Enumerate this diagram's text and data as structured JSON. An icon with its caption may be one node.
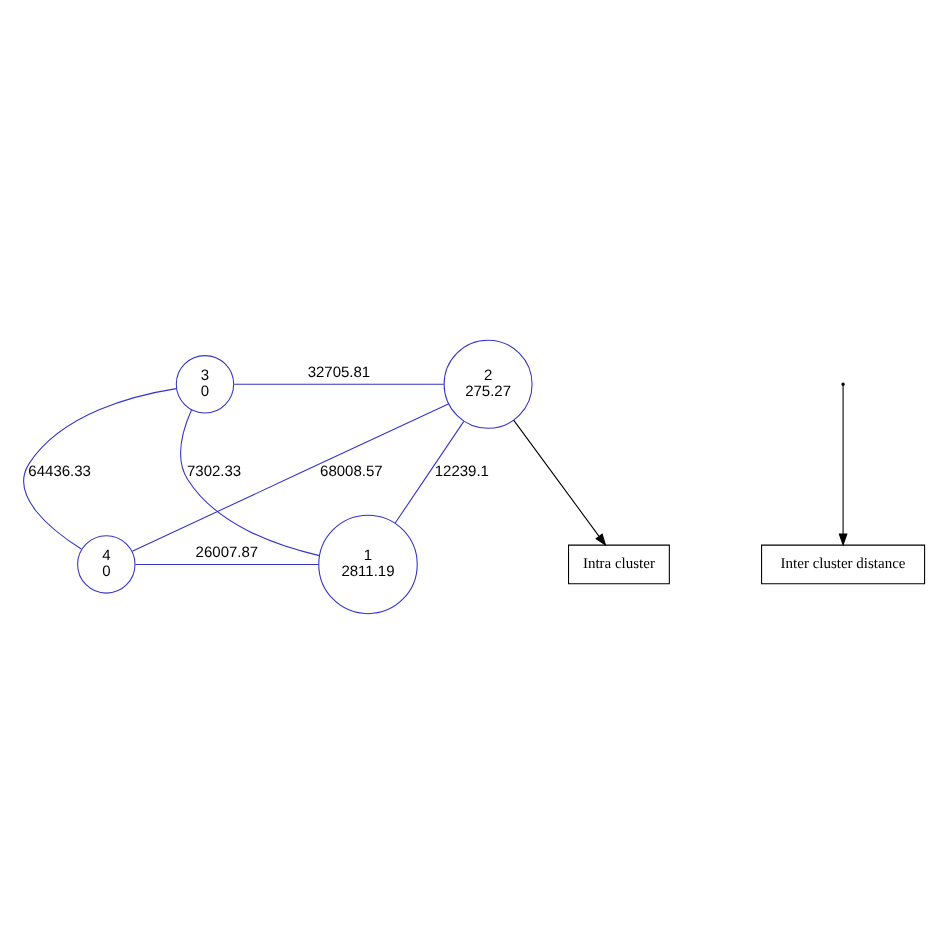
{
  "diagram": {
    "nodes": [
      {
        "text": [
          "3",
          "0"
        ]
      },
      {
        "text": [
          "2",
          "275.27"
        ]
      },
      {
        "text": [
          "4",
          "0"
        ]
      },
      {
        "text": [
          "1",
          "2811.19"
        ]
      },
      {
        "text": [
          "Intra cluster"
        ]
      },
      {
        "text": [
          "Inter cluster distance"
        ]
      }
    ],
    "edges": [
      {
        "from": 0,
        "to": 1,
        "arrow": "none",
        "label": "32705.81",
        "color": "#3333cc"
      },
      {
        "from": 0,
        "to": 2,
        "arrow": "none",
        "label": "64436.33",
        "color": "#3333cc"
      },
      {
        "from": 0,
        "to": 3,
        "arrow": "none",
        "label": "7302.33",
        "color": "#3333cc"
      },
      {
        "from": 1,
        "to": 2,
        "arrow": "none",
        "label": "68008.57",
        "color": "#3333cc"
      },
      {
        "from": 1,
        "to": 3,
        "arrow": "none",
        "label": "12239.1",
        "color": "#3333cc"
      },
      {
        "from": 2,
        "to": 3,
        "arrow": "none",
        "label": "26007.87",
        "color": "#3333cc"
      },
      {
        "from": 1,
        "to": 4,
        "arrow": "to",
        "color": "#000000"
      },
      {
        "from": null,
        "to": 5,
        "arrow": "to",
        "color": "#000000"
      }
    ]
  }
}
